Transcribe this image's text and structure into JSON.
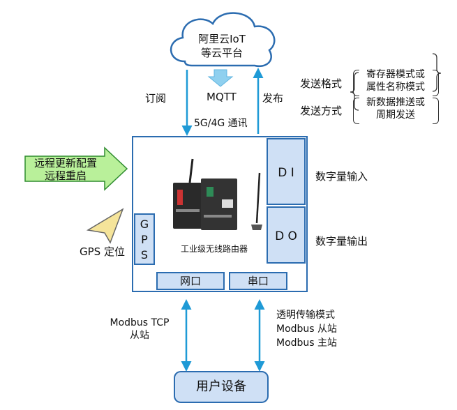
{
  "cloud": {
    "line1": "阿里云IoT",
    "line2": "等云平台"
  },
  "mqtt": "MQTT",
  "subscribe": "订阅",
  "publish": "发布",
  "network": "5G/4G 通讯",
  "send_format": {
    "label": "发送格式",
    "opt1": "寄存器模式或",
    "opt2": "属性名称模式"
  },
  "send_mode": {
    "label": "发送方式",
    "opt1": "新数据推送或",
    "opt2": "周期发送"
  },
  "remote": {
    "line1": "远程更新配置",
    "line2": "远程重启"
  },
  "gps_location": "GPS 定位",
  "gps_box": {
    "l1": "G",
    "l2": "P",
    "l3": "S"
  },
  "router_caption": "工业级无线路由器",
  "di": "D I",
  "do": "D O",
  "di_label": "数字量输入",
  "do_label": "数字量输出",
  "port_net": "网口",
  "port_serial": "串口",
  "left_mode": {
    "line1": "Modbus TCP",
    "line2": "从站"
  },
  "right_mode": {
    "line1": "透明传输模式",
    "line2": "Modbus 从站",
    "line3": "Modbus 主站"
  },
  "user_device": "用户设备",
  "colors": {
    "arrow": "#1f9ad6",
    "box_border": "#2b6cb0",
    "box_fill": "#cfe0f5",
    "remote_fill": "#b9f09a",
    "remote_border": "#2f8c2f",
    "cloud_border": "#2b6cb0",
    "gps_fill": "#f5e49a"
  }
}
